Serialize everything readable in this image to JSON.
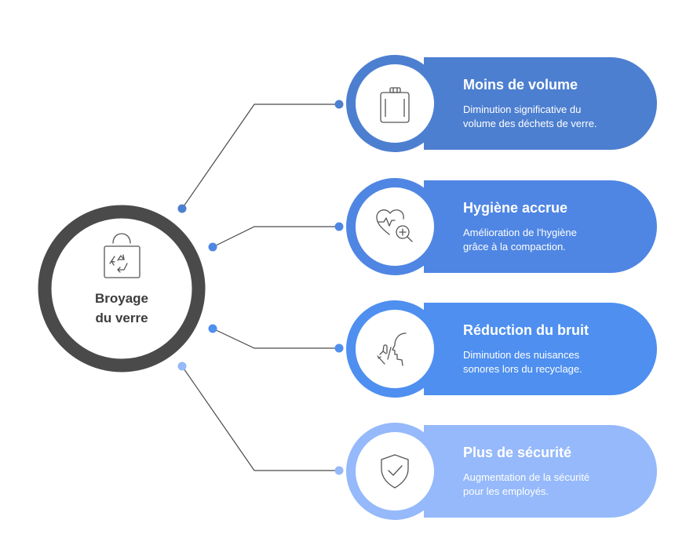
{
  "hub": {
    "line1": "Broyage",
    "line2": "du verre",
    "icon": "recycling-bag-icon",
    "ring_color": "#4a4a4a"
  },
  "items": [
    {
      "title": "Moins de volume",
      "desc_line1": "Diminution significative du",
      "desc_line2": "volume des déchets de verre.",
      "icon": "jar-icon",
      "color": "#4d7fd0",
      "connector_color": "#4a4a4a",
      "dot_color": "#4d7fd0"
    },
    {
      "title": "Hygiène accrue",
      "desc_line1": "Amélioration de l'hygiène",
      "desc_line2": "grâce à la compaction.",
      "icon": "heart-health-icon",
      "color": "#4f86e3",
      "connector_color": "#4a4a4a",
      "dot_color": "#4f86e3"
    },
    {
      "title": "Réduction du bruit",
      "desc_line1": "Diminution des nuisances",
      "desc_line2": "sonores lors du recyclage.",
      "icon": "silence-gesture-icon",
      "color": "#4e8ff0",
      "connector_color": "#4a4a4a",
      "dot_color": "#4e8ff0"
    },
    {
      "title": "Plus de sécurité",
      "desc_line1": "Augmentation de la sécurité",
      "desc_line2": "pour les employés.",
      "icon": "shield-check-icon",
      "color": "#95b9fa",
      "connector_color": "#4a4a4a",
      "dot_color": "#95b9fa"
    }
  ]
}
